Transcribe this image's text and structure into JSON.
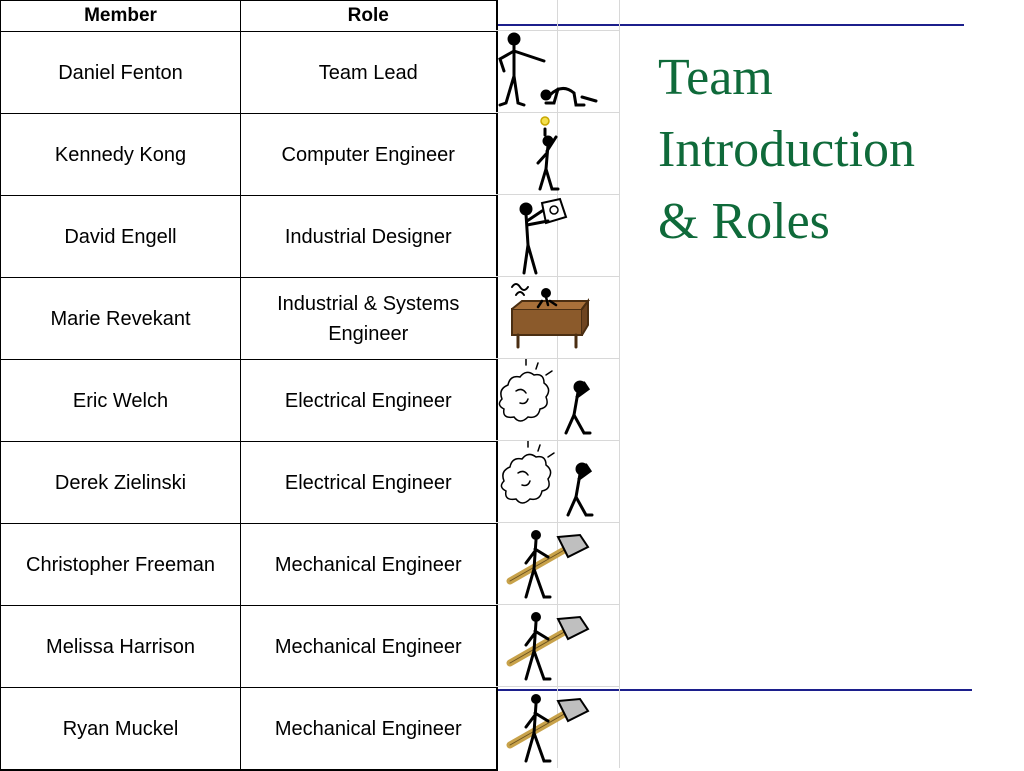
{
  "table": {
    "headers": [
      "Member",
      "Role"
    ],
    "rows": [
      {
        "member": "Daniel Fenton",
        "role": "Team Lead",
        "illustration": "pointing-figure-bowing-figure-clipart"
      },
      {
        "member": "Kennedy Kong",
        "role": "Computer Engineer",
        "illustration": "lightbulb-idea-figure-clipart"
      },
      {
        "member": "David Engell",
        "role": "Industrial Designer",
        "illustration": "figure-holding-sign-clipart"
      },
      {
        "member": "Marie Revekant",
        "role": "Industrial & Systems Engineer",
        "illustration": "figure-at-desk-clipart"
      },
      {
        "member": "Eric Welch",
        "role": "Electrical Engineer",
        "illustration": "explosion-figure-clipart"
      },
      {
        "member": "Derek Zielinski",
        "role": "Electrical Engineer",
        "illustration": "explosion-figure-clipart"
      },
      {
        "member": "Christopher Freeman",
        "role": "Mechanical Engineer",
        "illustration": "figure-carrying-hammer-clipart"
      },
      {
        "member": "Melissa Harrison",
        "role": "Mechanical Engineer",
        "illustration": "figure-carrying-hammer-clipart"
      },
      {
        "member": "Ryan Muckel",
        "role": "Mechanical Engineer",
        "illustration": "figure-carrying-hammer-clipart"
      }
    ]
  },
  "title": {
    "lines": [
      "Team",
      "Introduction",
      "& Roles"
    ]
  },
  "colors": {
    "title": "#0f6a3a",
    "rule": "#1c1f8c",
    "text": "#000000",
    "grid": "#d8d8d8"
  }
}
